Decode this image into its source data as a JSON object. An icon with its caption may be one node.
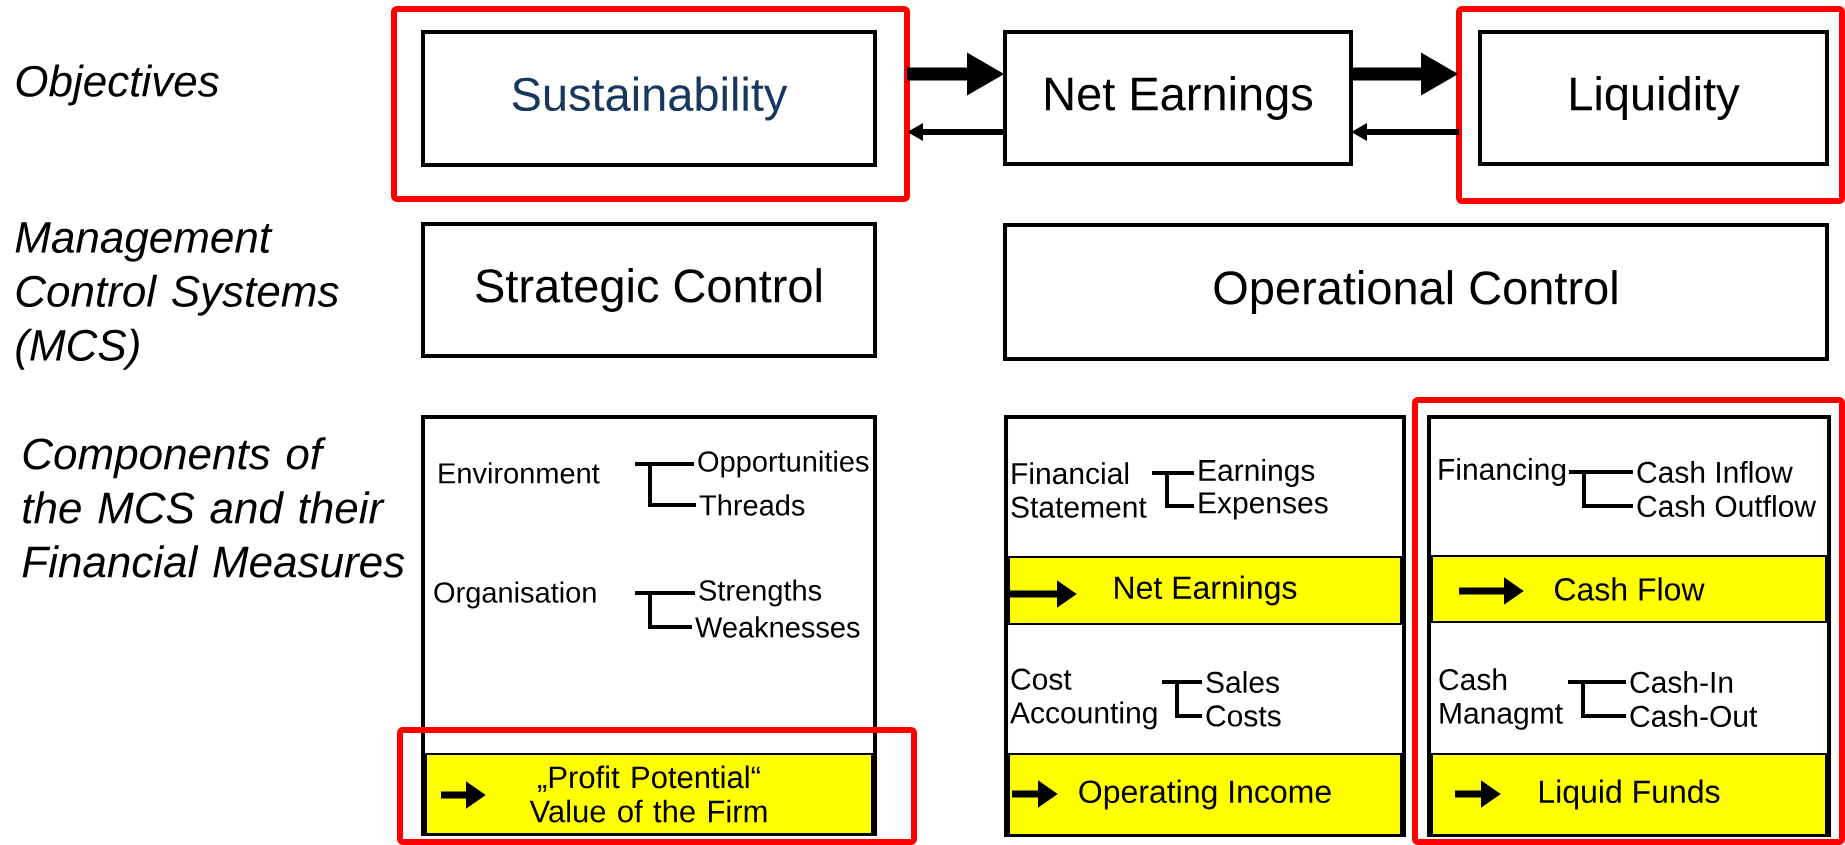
{
  "diagram": {
    "nodes": [
      {
        "text": [],
        "shape": "box"
      },
      {
        "text": [
          "Sustainability"
        ],
        "in": 0
      },
      {
        "text": [
          "Net Earnings"
        ]
      },
      {
        "text": [],
        "shape": "box"
      },
      {
        "text": [
          "Liquidity"
        ],
        "in": 3
      },
      {
        "text": [
          "Strategic Control"
        ]
      },
      {
        "text": [
          "Operational Control"
        ]
      },
      {
        "text": [],
        "shape": "box"
      },
      {
        "text": [
          "Environment"
        ],
        "in": 7
      },
      {
        "text": [
          "Opportunities"
        ],
        "in": 7
      },
      {
        "text": [
          "Threads"
        ],
        "in": 7
      },
      {
        "text": [
          "Organisation"
        ],
        "in": 7
      },
      {
        "text": [
          "Strengths"
        ],
        "in": 7
      },
      {
        "text": [
          "Weaknesses"
        ],
        "in": 7
      },
      {
        "text": [],
        "shape": "box"
      },
      {
        "text": [
          "„Profit Potential“ Value of the Firm"
        ],
        "in": 14
      },
      {
        "text": [],
        "shape": "box"
      },
      {
        "text": [
          "Financial Statement"
        ],
        "in": 16
      },
      {
        "text": [
          "Earnings"
        ],
        "in": 16
      },
      {
        "text": [
          "Expenses"
        ],
        "in": 16
      },
      {
        "text": [
          "Net Earnings"
        ],
        "in": 16
      },
      {
        "text": [
          "Cost Accounting"
        ],
        "in": 16
      },
      {
        "text": [
          "Sales"
        ],
        "in": 16
      },
      {
        "text": [
          "Costs"
        ],
        "in": 16
      },
      {
        "text": [
          "Operating Income"
        ],
        "in": 16
      },
      {
        "text": [],
        "shape": "box"
      },
      {
        "text": [],
        "shape": "box",
        "in": 25
      },
      {
        "text": [
          "Financing"
        ],
        "in": 26
      },
      {
        "text": [
          "Cash Inflow"
        ],
        "in": 26
      },
      {
        "text": [
          "Cash Outflow"
        ],
        "in": 26
      },
      {
        "text": [
          "Cash Flow"
        ],
        "in": 26
      },
      {
        "text": [
          "Cash Managmt"
        ],
        "in": 26
      },
      {
        "text": [
          "Cash-In"
        ],
        "in": 26
      },
      {
        "text": [
          "Cash-Out"
        ],
        "in": 26
      },
      {
        "text": [
          "Liquid Funds"
        ],
        "in": 26
      }
    ],
    "edges": [
      {
        "from": 0,
        "to": 2,
        "arrow": "to",
        "style": "thick"
      },
      {
        "from": 2,
        "to": 0,
        "arrow": "to"
      },
      {
        "from": 2,
        "to": 3,
        "arrow": "to",
        "style": "thick"
      },
      {
        "from": 3,
        "to": 2,
        "arrow": "to"
      },
      {
        "from": 8,
        "to": 9,
        "arrow": "none"
      },
      {
        "from": 8,
        "to": 10,
        "arrow": "none"
      },
      {
        "from": 11,
        "to": 12,
        "arrow": "none"
      },
      {
        "from": 11,
        "to": 13,
        "arrow": "none"
      },
      {
        "from": 17,
        "to": 18,
        "arrow": "none"
      },
      {
        "from": 17,
        "to": 19,
        "arrow": "none"
      },
      {
        "from": 21,
        "to": 22,
        "arrow": "none"
      },
      {
        "from": 21,
        "to": 23,
        "arrow": "none"
      },
      {
        "from": 27,
        "to": 28,
        "arrow": "none"
      },
      {
        "from": 27,
        "to": 29,
        "arrow": "none"
      },
      {
        "from": 31,
        "to": 32,
        "arrow": "none"
      },
      {
        "from": 31,
        "to": 33,
        "arrow": "none"
      }
    ],
    "labels": [
      "Objectives",
      "Management Control Systems (MCS)",
      "Components of the MCS and their Financial Measures"
    ]
  }
}
